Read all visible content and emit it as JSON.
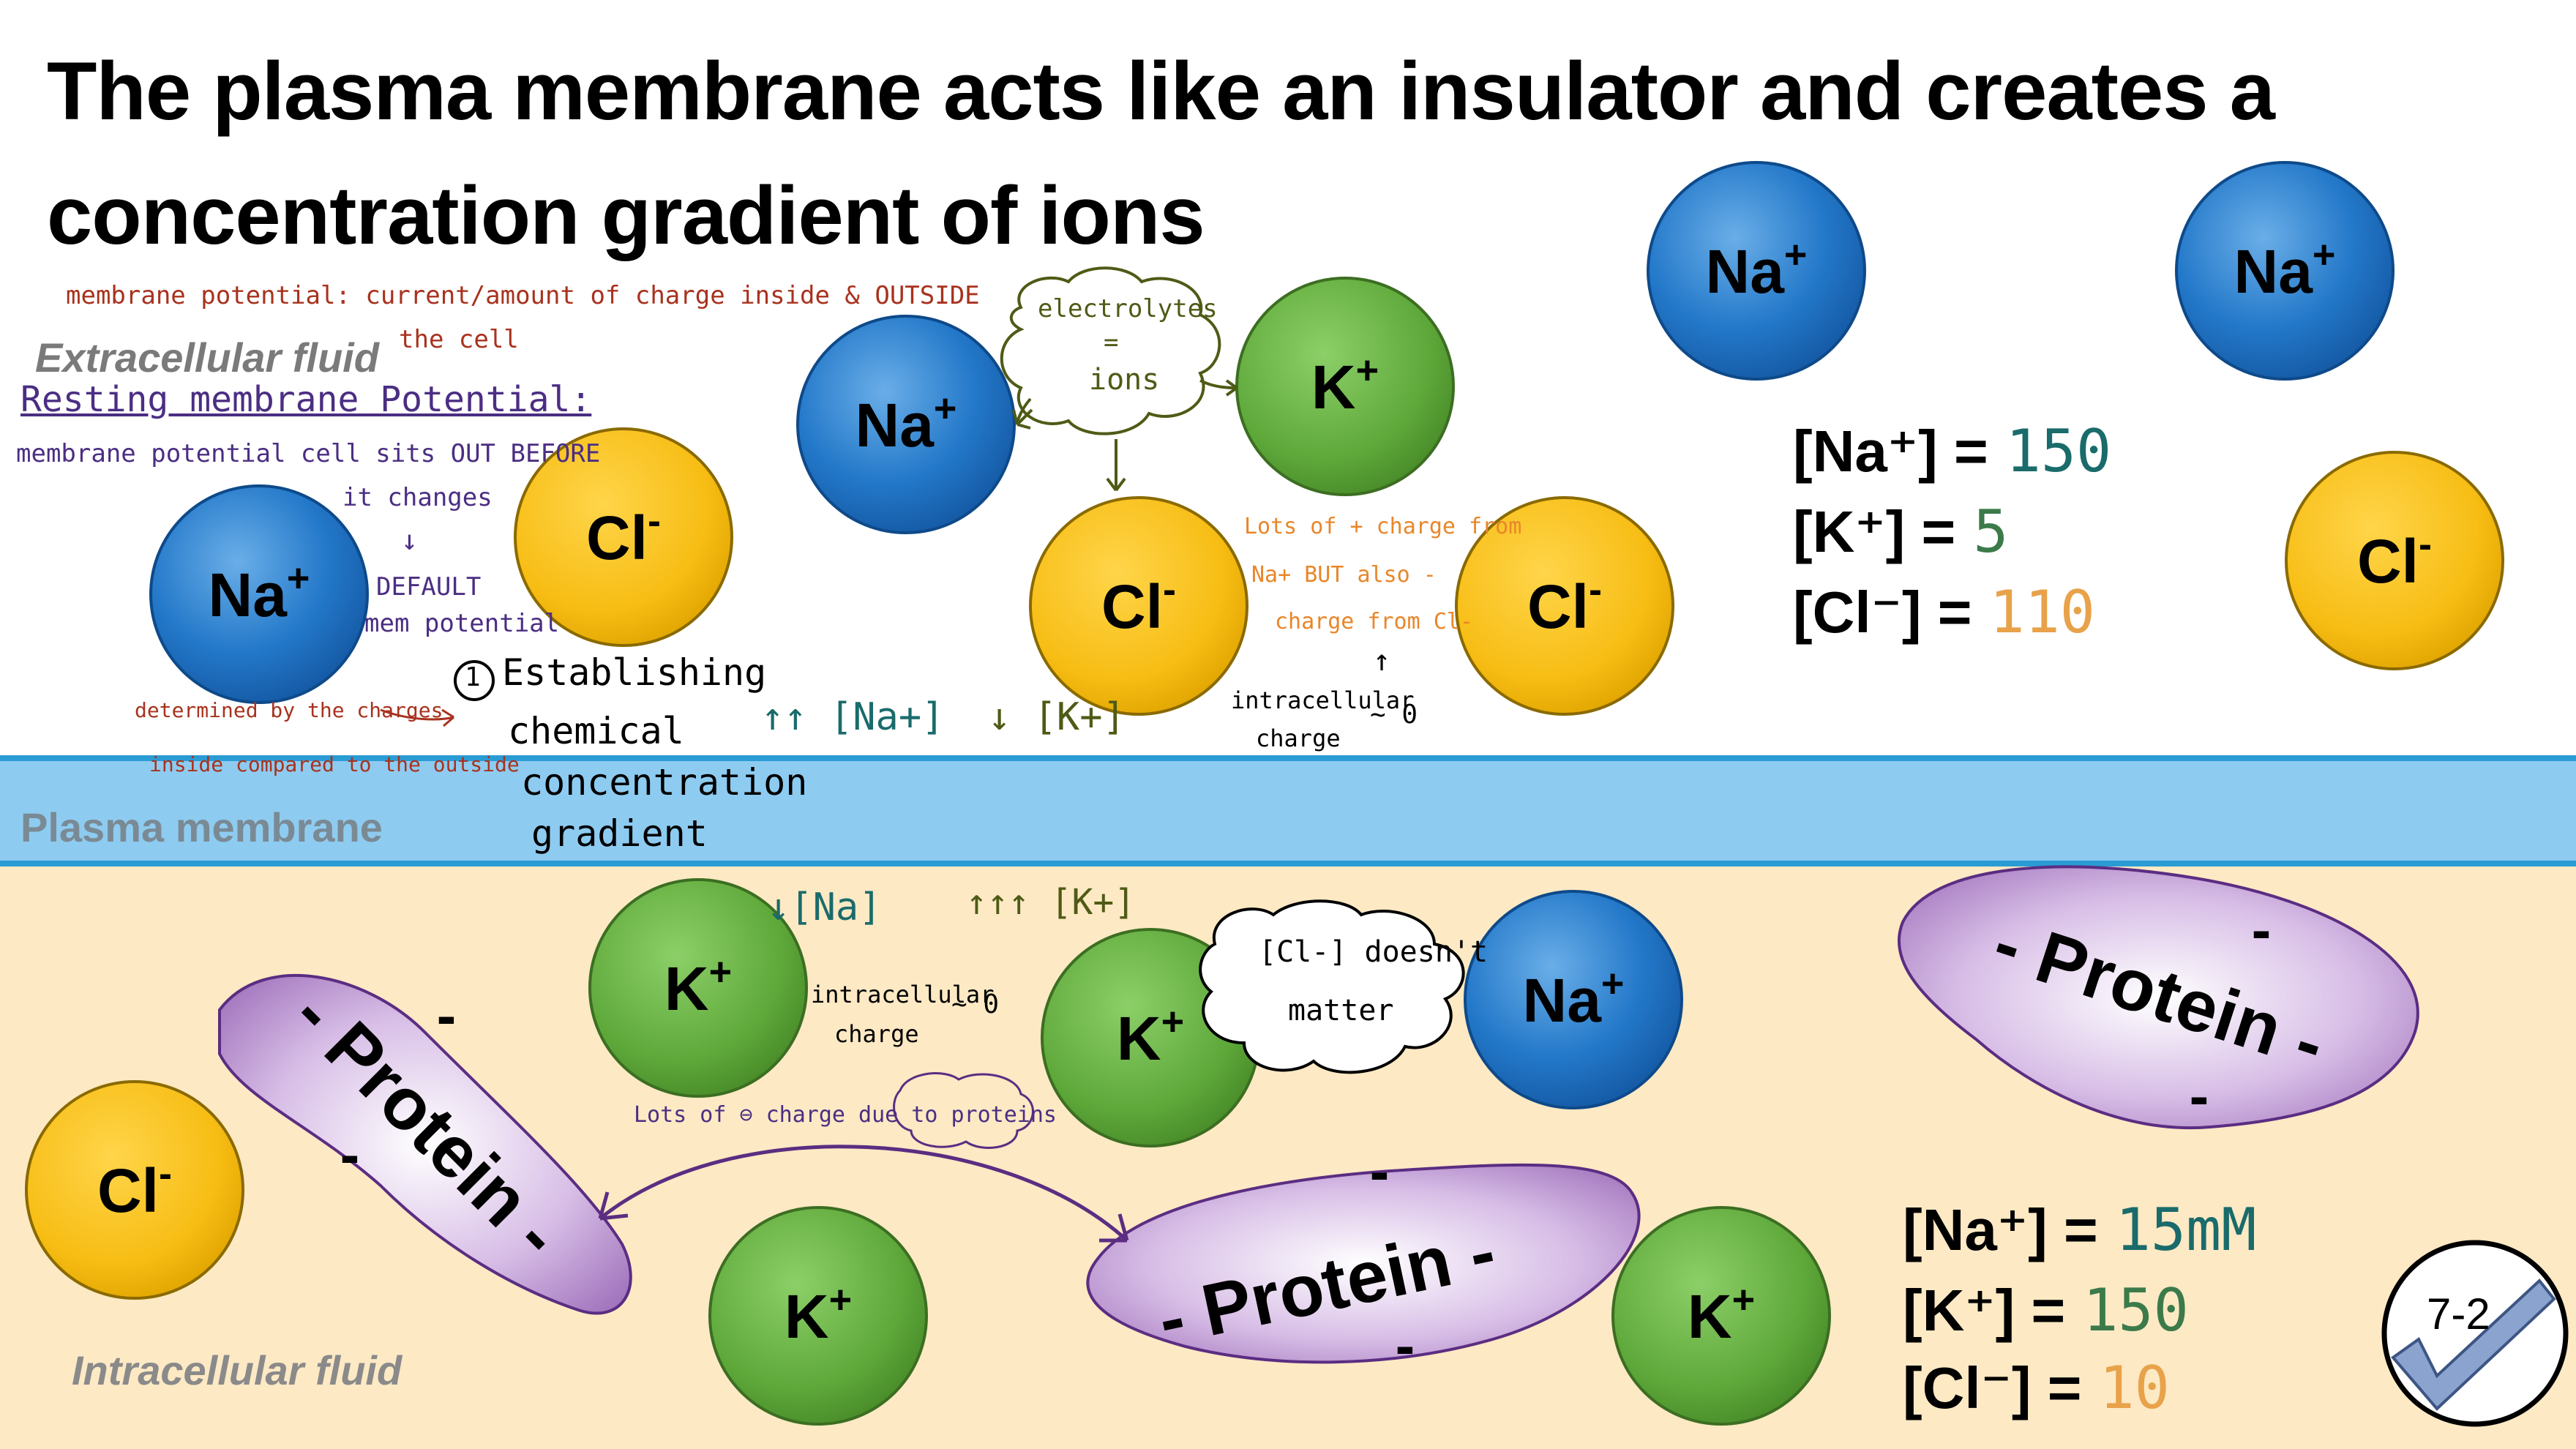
{
  "title": {
    "line1": "The plasma membrane acts like an insulator and creates a",
    "line2": "concentration gradient of ions"
  },
  "regions": {
    "extracellular": "Extracellular fluid",
    "membrane": "Plasma membrane",
    "intracellular": "Intracellular fluid"
  },
  "ions": [
    {
      "id": "na-ext-1",
      "label": "Na",
      "charge": "+",
      "type": "sodium"
    },
    {
      "id": "na-ext-2",
      "label": "Na",
      "charge": "+",
      "type": "sodium"
    },
    {
      "id": "na-ext-3",
      "label": "Na",
      "charge": "+",
      "type": "sodium"
    },
    {
      "id": "na-ext-4",
      "label": "Na",
      "charge": "+",
      "type": "sodium"
    },
    {
      "id": "k-ext-1",
      "label": "K",
      "charge": "+",
      "type": "potassium"
    },
    {
      "id": "cl-ext-1",
      "label": "Cl",
      "charge": "-",
      "type": "chloride"
    },
    {
      "id": "cl-ext-2",
      "label": "Cl",
      "charge": "-",
      "type": "chloride"
    },
    {
      "id": "cl-ext-3",
      "label": "Cl",
      "charge": "-",
      "type": "chloride"
    },
    {
      "id": "cl-ext-4",
      "label": "Cl",
      "charge": "-",
      "type": "chloride"
    },
    {
      "id": "k-int-1",
      "label": "K",
      "charge": "+",
      "type": "potassium"
    },
    {
      "id": "k-int-2",
      "label": "K",
      "charge": "+",
      "type": "potassium"
    },
    {
      "id": "k-int-3",
      "label": "K",
      "charge": "+",
      "type": "potassium"
    },
    {
      "id": "k-int-4",
      "label": "K",
      "charge": "+",
      "type": "potassium"
    },
    {
      "id": "na-int-1",
      "label": "Na",
      "charge": "+",
      "type": "sodium"
    },
    {
      "id": "cl-int-1",
      "label": "Cl",
      "charge": "-",
      "type": "chloride"
    }
  ],
  "proteins": [
    {
      "id": "protein-1",
      "label": "- Protein -",
      "minus": "-"
    },
    {
      "id": "protein-2",
      "label": "- Protein -",
      "minus": "-"
    },
    {
      "id": "protein-3",
      "label": "- Protein -",
      "minus": "-"
    }
  ],
  "concentrations": {
    "extracellular": [
      {
        "ion": "[Na⁺] =",
        "value": "150"
      },
      {
        "ion": "[K⁺] =",
        "value": "5"
      },
      {
        "ion": "[Cl⁻] =",
        "value": "110"
      }
    ],
    "intracellular": [
      {
        "ion": "[Na⁺] =",
        "value": "15mM"
      },
      {
        "ion": "[K⁺] =",
        "value": "150"
      },
      {
        "ion": "[Cl⁻] =",
        "value": "10"
      }
    ]
  },
  "notes": {
    "membrane_potential": "membrane potential: current/amount of charge inside & OUTSIDE",
    "membrane_potential_2": "the cell",
    "resting_heading": "Resting membrane Potential:",
    "resting_def_1": "membrane potential cell sits OUT BEFORE",
    "resting_def_2": "it changes",
    "resting_arrow": "↓",
    "default_1": "DEFAULT",
    "default_2": "mem potential",
    "determined_1": "determined by the charges",
    "determined_2": "inside compared to the outside",
    "establish_num": "1",
    "establish_1": "Establishing",
    "establish_2": "chemical",
    "establish_3": "concentration",
    "establish_4": "gradient",
    "electrolytes_1": "electrolytes",
    "electrolytes_2": "=",
    "electrolytes_3": "ions",
    "na_up": "↑↑ [Na+]",
    "k_down": "↓ [K+]",
    "lots_charge_1": "Lots of + charge from",
    "lots_charge_2": "Na+ BUT also -",
    "lots_charge_3": "charge from Cl-",
    "intra_charge_top_1": "intracellular",
    "intra_charge_top_2": "charge",
    "approx_zero_top": "~ 0",
    "arrow_up": "↑",
    "na_down": "↓[Na]",
    "k_up": "↑↑↑ [K+]",
    "intra_charge_bot_1": "intracellular",
    "intra_charge_bot_2": "charge",
    "approx_zero_bot": "~ 0",
    "lots_neg": "Lots of ⊖ charge due to proteins",
    "cl_doesnt_1": "[Cl-] doesn't",
    "cl_doesnt_2": "matter"
  },
  "badge": {
    "label": "7-2"
  },
  "colors": {
    "sodium": "#1f6fbf",
    "potassium": "#5ea83a",
    "chloride": "#f2b705",
    "protein": "#b48cc8",
    "membrane": "#8ecbf0",
    "intracellular": "#fde9c4"
  }
}
